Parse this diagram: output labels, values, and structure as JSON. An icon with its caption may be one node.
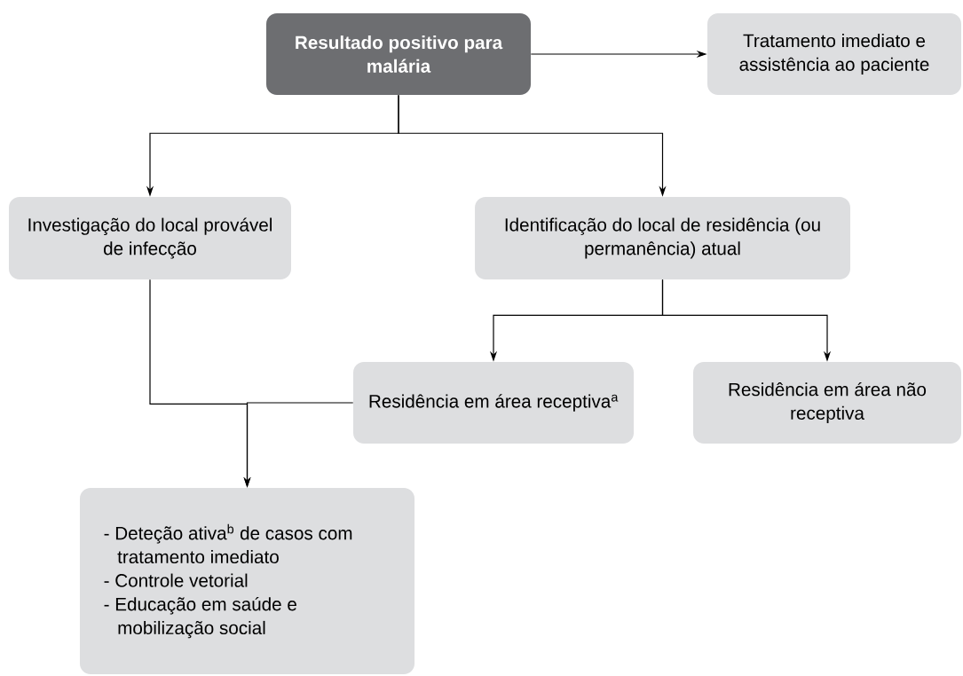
{
  "diagram": {
    "nodes": [
      {
        "text": [
          "Resultado positivo para malária"
        ]
      },
      {
        "text": [
          "Tratamento imediato e assistência ao paciente"
        ]
      },
      {
        "text": [
          "Investigação do local provável de infecção"
        ]
      },
      {
        "text": [
          "Identificação do local de residência (ou permanência) atual"
        ]
      },
      {
        "text": [
          "Residência em área receptiva$^{a}$"
        ]
      },
      {
        "text": [
          "Residência em área não receptiva"
        ]
      },
      {
        "text": [
          "- Deteção ativa$^{b}$ de casos com tratamento imediato",
          "- Controle vetorial",
          "- Educação em saúde e mobilização social"
        ]
      }
    ],
    "edges": [
      {
        "from": 0,
        "to": 1,
        "arrow": "to"
      },
      {
        "from": 0,
        "to": 2,
        "arrow": "to"
      },
      {
        "from": 0,
        "to": 3,
        "arrow": "to"
      },
      {
        "from": 3,
        "to": 4,
        "arrow": "to"
      },
      {
        "from": 3,
        "to": 5,
        "arrow": "to"
      },
      {
        "from": 2,
        "to": 6,
        "arrow": "to"
      },
      {
        "from": 4,
        "to": 6,
        "arrow": "to"
      }
    ]
  }
}
